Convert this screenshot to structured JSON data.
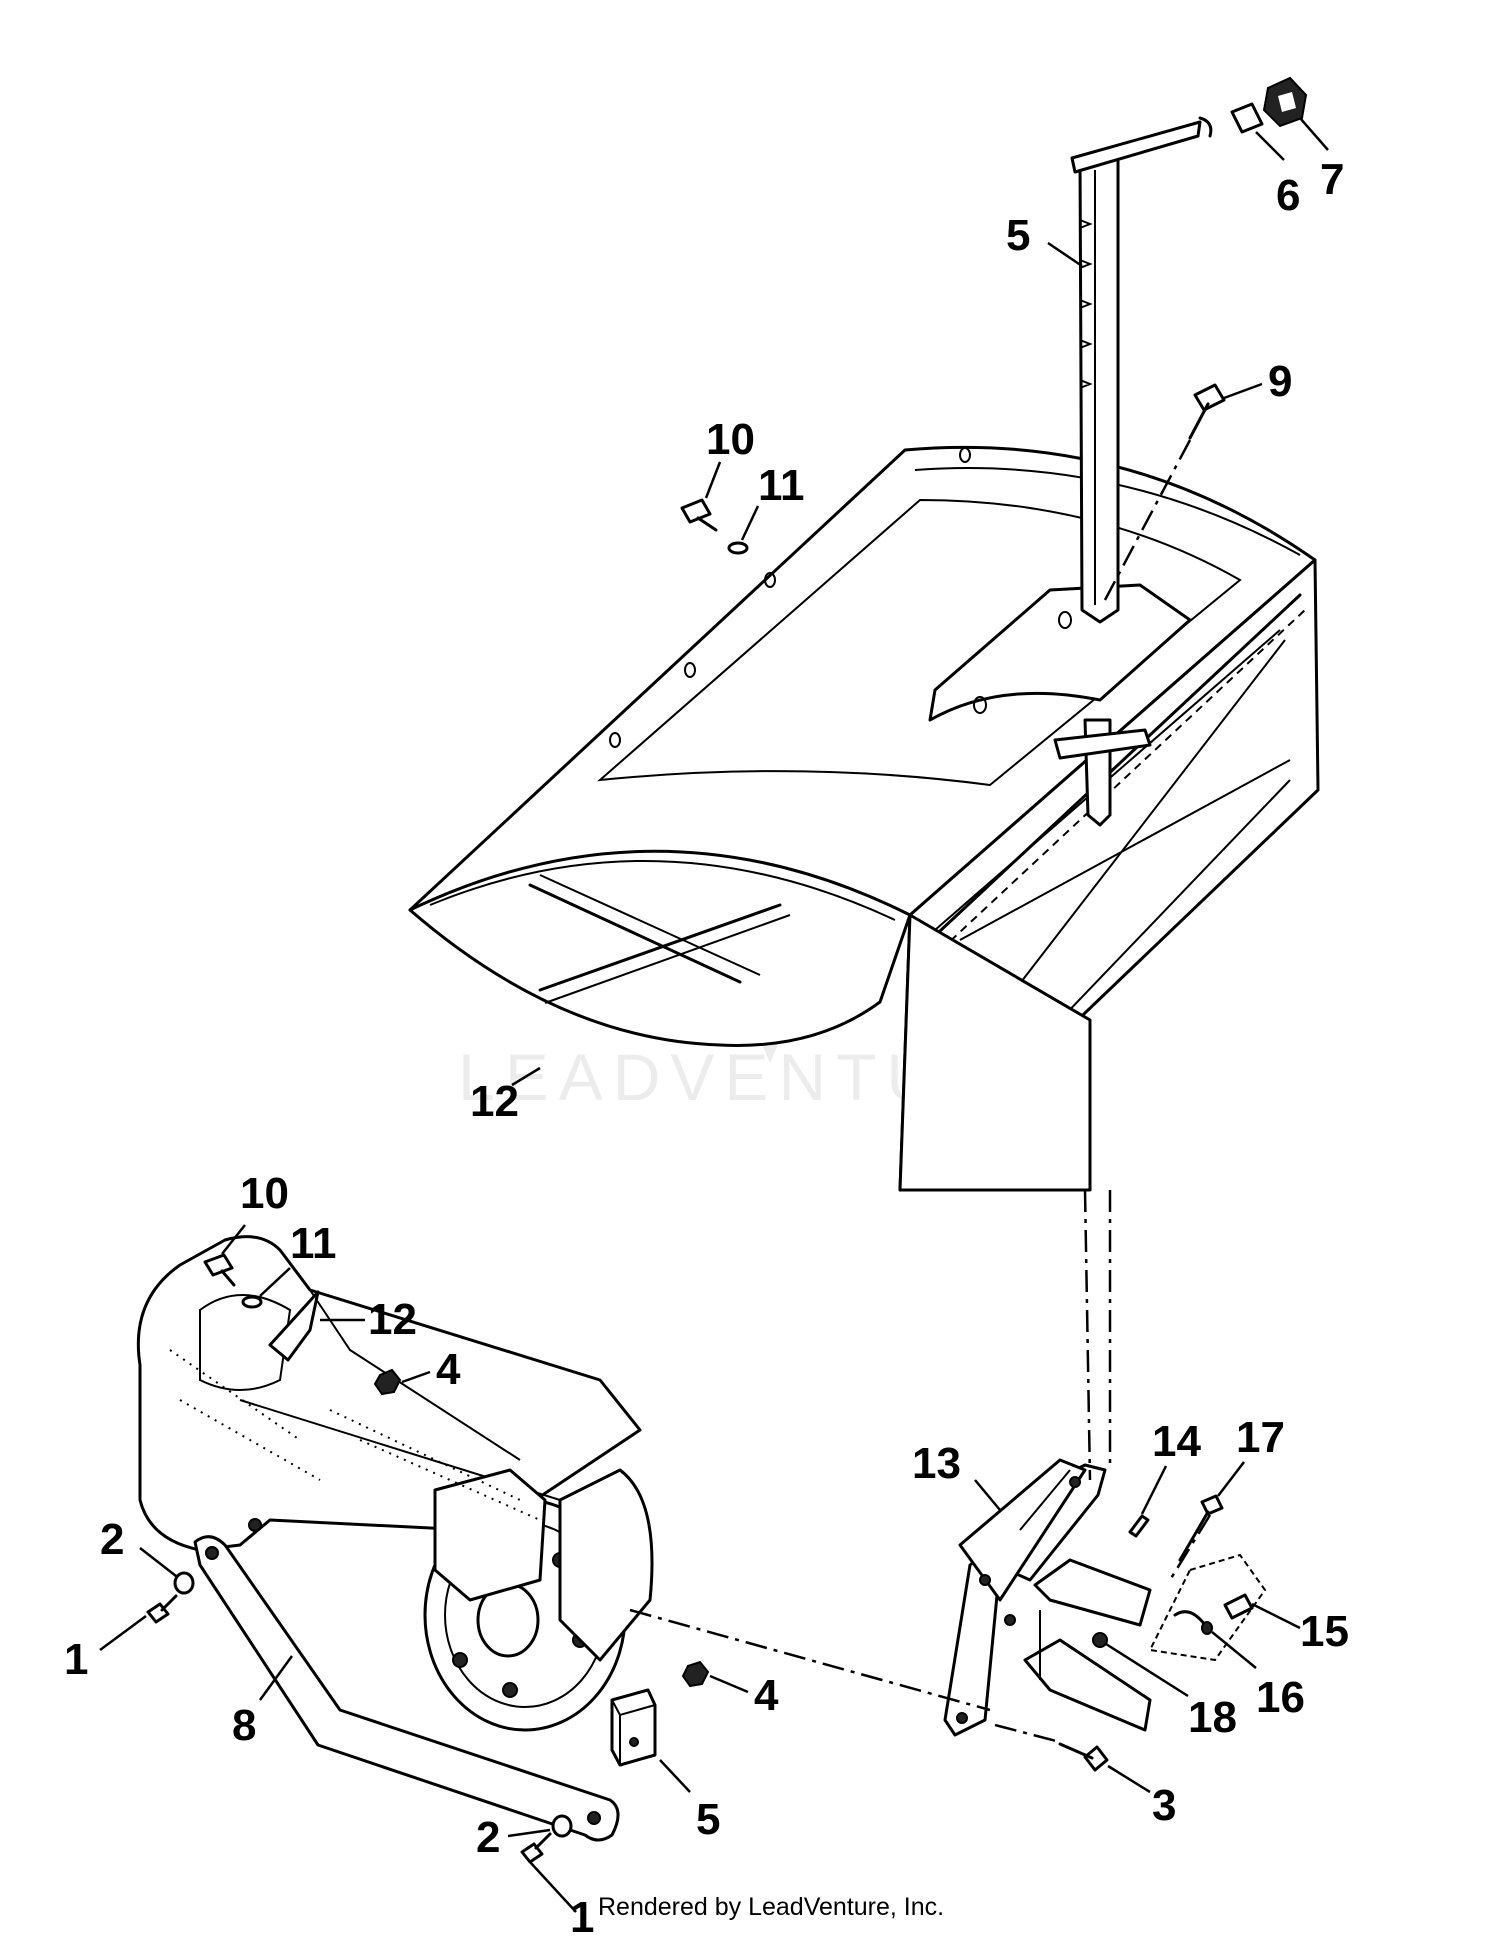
{
  "watermark": "LEADVENTURE",
  "credit": "Rendered by LeadVenture, Inc.",
  "callouts": [
    {
      "id": "c7",
      "label": "7"
    },
    {
      "id": "c6",
      "label": "6"
    },
    {
      "id": "c5a",
      "label": "5"
    },
    {
      "id": "c9",
      "label": "9"
    },
    {
      "id": "c10a",
      "label": "10"
    },
    {
      "id": "c11a",
      "label": "11"
    },
    {
      "id": "c12a",
      "label": "12"
    },
    {
      "id": "c10b",
      "label": "10"
    },
    {
      "id": "c11b",
      "label": "11"
    },
    {
      "id": "c12b",
      "label": "12"
    },
    {
      "id": "c4a",
      "label": "4"
    },
    {
      "id": "c2a",
      "label": "2"
    },
    {
      "id": "c1a",
      "label": "1"
    },
    {
      "id": "c8",
      "label": "8"
    },
    {
      "id": "c4b",
      "label": "4"
    },
    {
      "id": "c5b",
      "label": "5"
    },
    {
      "id": "c2b",
      "label": "2"
    },
    {
      "id": "c1b",
      "label": "1"
    },
    {
      "id": "c13",
      "label": "13"
    },
    {
      "id": "c14",
      "label": "14"
    },
    {
      "id": "c17",
      "label": "17"
    },
    {
      "id": "c15",
      "label": "15"
    },
    {
      "id": "c16",
      "label": "16"
    },
    {
      "id": "c18",
      "label": "18"
    },
    {
      "id": "c3",
      "label": "3"
    }
  ]
}
